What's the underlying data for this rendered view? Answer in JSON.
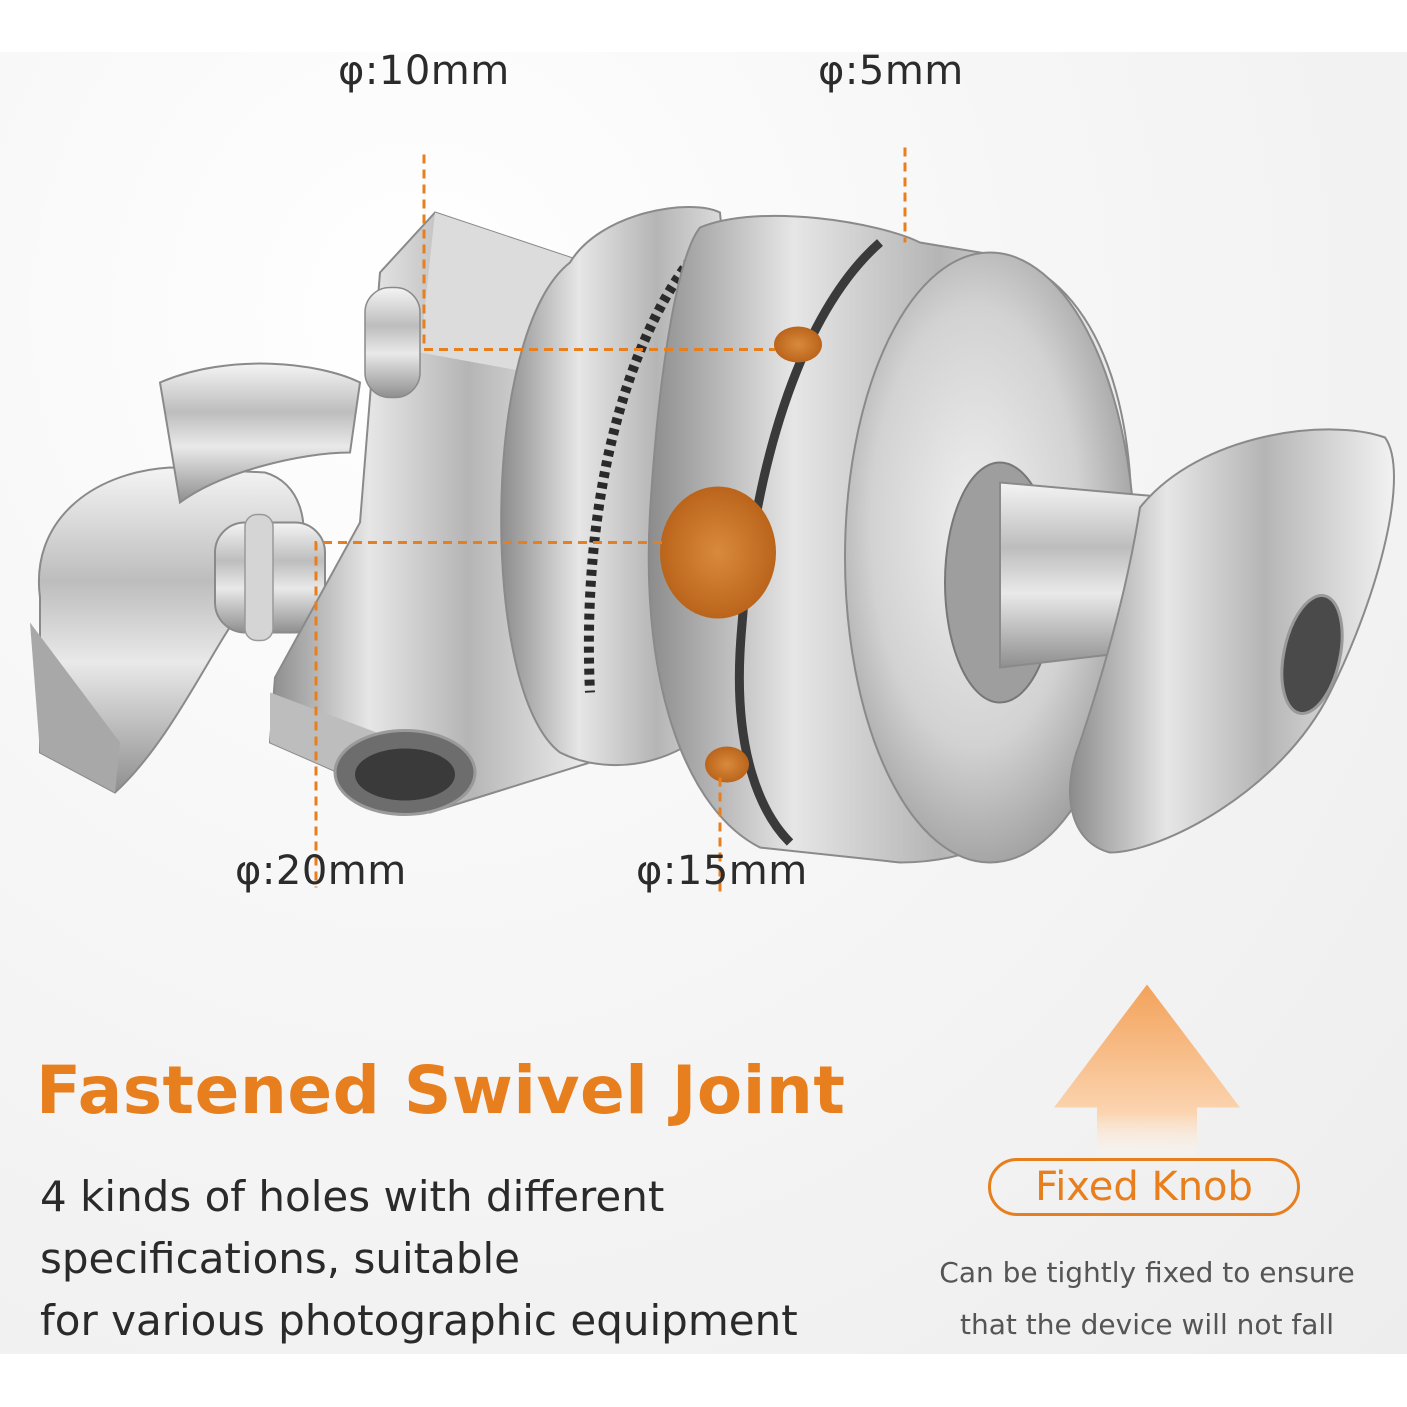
{
  "dimensions": {
    "hole_10mm": "φ:10mm",
    "hole_5mm": "φ:5mm",
    "hole_20mm": "φ:20mm",
    "hole_15mm": "φ:15mm"
  },
  "feature": {
    "title": "Fastened Swivel Joint",
    "description_lines": [
      "4 kinds of holes with different",
      "specifications, suitable",
      "for various photographic equipment"
    ]
  },
  "knob": {
    "label": "Fixed Knob",
    "description_lines": [
      "Can be tightly fixed to ensure",
      "that the device will not fall"
    ]
  },
  "colors": {
    "accent": "#e87f1e",
    "text": "#2a2a2a",
    "metal": "#c9c9c9"
  },
  "icons": [
    "up-arrow-icon"
  ]
}
